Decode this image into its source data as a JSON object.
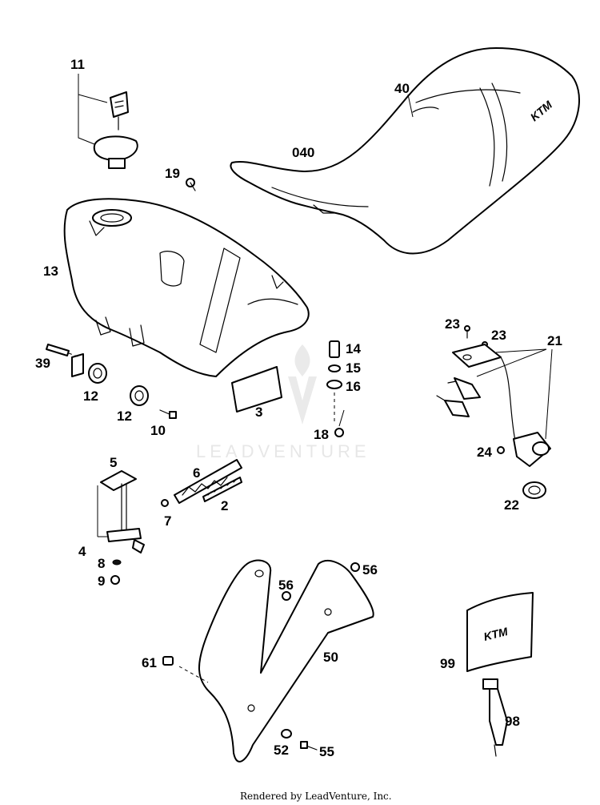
{
  "diagram": {
    "callouts": {
      "c11": "11",
      "c40": "40",
      "c040": "040",
      "c19": "19",
      "c13": "13",
      "c39": "39",
      "c12a": "12",
      "c12b": "12",
      "c10": "10",
      "c3": "3",
      "c14": "14",
      "c15": "15",
      "c16": "16",
      "c18": "18",
      "c23a": "23",
      "c23b": "23",
      "c21": "21",
      "c24": "24",
      "c22": "22",
      "c5": "5",
      "c6": "6",
      "c2": "2",
      "c7": "7",
      "c4": "4",
      "c8": "8",
      "c9": "9",
      "c56a": "56",
      "c56b": "56",
      "c61": "61",
      "c50": "50",
      "c52": "52",
      "c55": "55",
      "c99": "99",
      "c98": "98"
    },
    "watermark": "LEADVENTURE",
    "footer": "Rendered by LeadVenture, Inc."
  }
}
